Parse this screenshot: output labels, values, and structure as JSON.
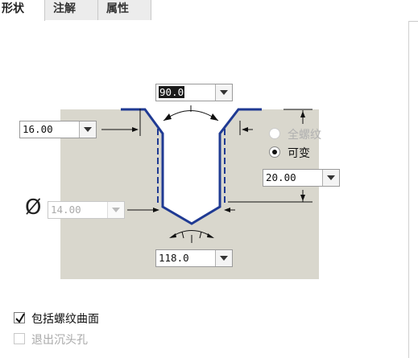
{
  "tabs": [
    {
      "label": "形状"
    },
    {
      "label": "注解"
    },
    {
      "label": "属性"
    }
  ],
  "fields": {
    "angle_top": "90.0",
    "depth_left": "16.00",
    "diameter": "14.00",
    "thread_depth": "20.00",
    "tip_angle": "118.0"
  },
  "thread_options": {
    "full": "全螺纹",
    "variable": "可变",
    "selected": "variable"
  },
  "checkboxes": [
    {
      "label": "包括螺纹曲面",
      "checked": true,
      "enabled": true
    },
    {
      "label": "退出沉头孔",
      "checked": false,
      "enabled": false
    }
  ],
  "diameter_symbol": "Ø"
}
